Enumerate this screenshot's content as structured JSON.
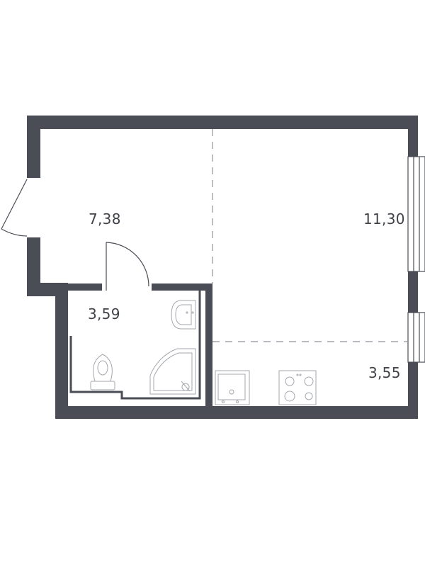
{
  "floor_plan": {
    "rooms": [
      {
        "id": "hallway",
        "area": "7,38"
      },
      {
        "id": "bathroom",
        "area": "3,59"
      },
      {
        "id": "living",
        "area": "11,30"
      },
      {
        "id": "kitchen",
        "area": "3,55"
      }
    ]
  },
  "colors": {
    "wall": "#4a4d55",
    "fixture": "#a4a7ad",
    "zone_line": "#8f929a",
    "label": "#3f4248"
  }
}
